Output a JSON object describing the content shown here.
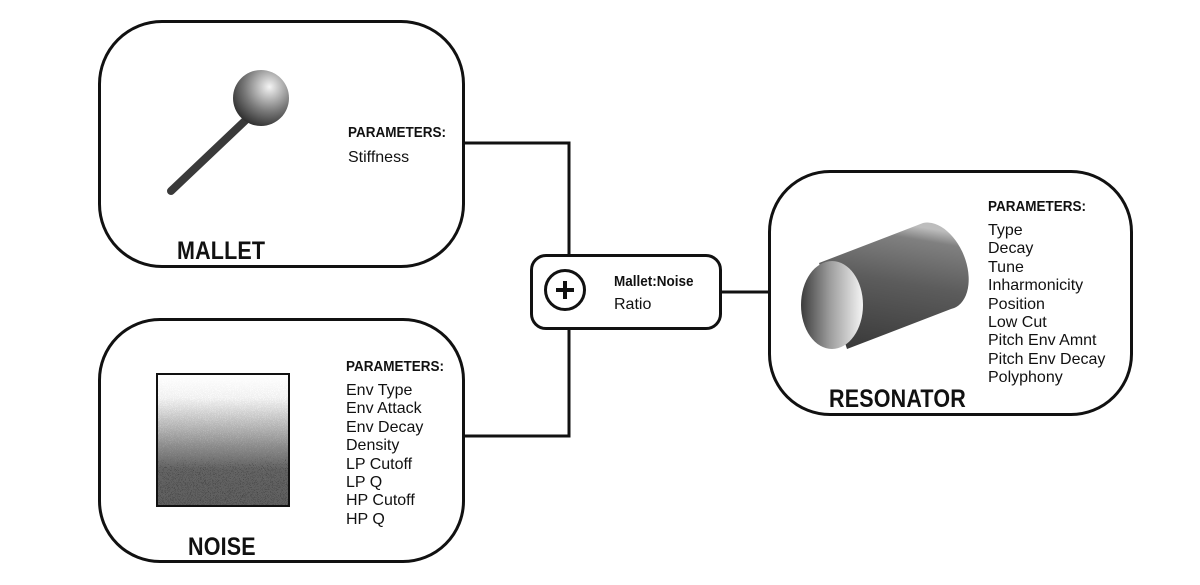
{
  "mallet": {
    "title": "MALLET",
    "params_heading": "PARAMETERS:",
    "params": [
      "Stiffness"
    ]
  },
  "noise": {
    "title": "NOISE",
    "params_heading": "PARAMETERS:",
    "params": [
      "Env Type",
      "Env Attack",
      "Env Decay",
      "Density",
      "LP Cutoff",
      "LP Q",
      "HP Cutoff",
      "HP Q"
    ]
  },
  "mixer": {
    "title": "Mallet:Noise",
    "subtitle": "Ratio"
  },
  "resonator": {
    "title": "RESONATOR",
    "params_heading": "PARAMETERS:",
    "params": [
      "Type",
      "Decay",
      "Tune",
      "Inharmonicity",
      "Position",
      "Low Cut",
      "Pitch Env Amnt",
      "Pitch Env Decay",
      "Polyphony"
    ]
  },
  "icons": {
    "mallet": "mallet-icon",
    "noise": "noise-texture-icon",
    "mixer": "plus-icon",
    "resonator": "cylinder-icon"
  },
  "colors": {
    "stroke": "#111111",
    "background": "#ffffff",
    "fill_dark": "#5a5a5a"
  }
}
